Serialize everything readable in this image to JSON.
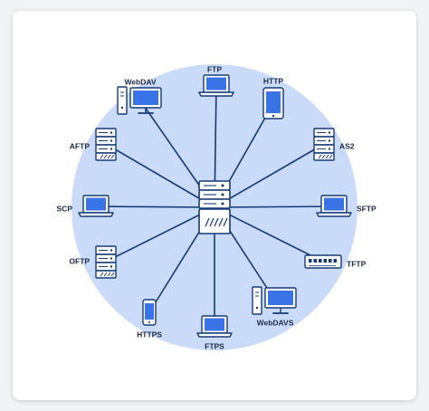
{
  "diagram": {
    "hub": {
      "name": "server-stack-icon"
    },
    "colors": {
      "circle": "#c9dbf8",
      "line": "#123a78",
      "device_fill": "#ffffff",
      "screen": "#3a73e6",
      "label": "#1b2a4a"
    },
    "nodes": [
      {
        "label": "FTP",
        "icon": "laptop"
      },
      {
        "label": "HTTP",
        "icon": "tablet"
      },
      {
        "label": "AS2",
        "icon": "server"
      },
      {
        "label": "SFTP",
        "icon": "laptop"
      },
      {
        "label": "TFTP",
        "icon": "switch"
      },
      {
        "label": "WebDAVS",
        "icon": "desktop"
      },
      {
        "label": "FTPS",
        "icon": "laptop"
      },
      {
        "label": "HTTPS",
        "icon": "phone"
      },
      {
        "label": "OFTP",
        "icon": "server"
      },
      {
        "label": "SCP",
        "icon": "laptop"
      },
      {
        "label": "AFTP",
        "icon": "server"
      },
      {
        "label": "WebDAV",
        "icon": "desktop"
      }
    ]
  }
}
